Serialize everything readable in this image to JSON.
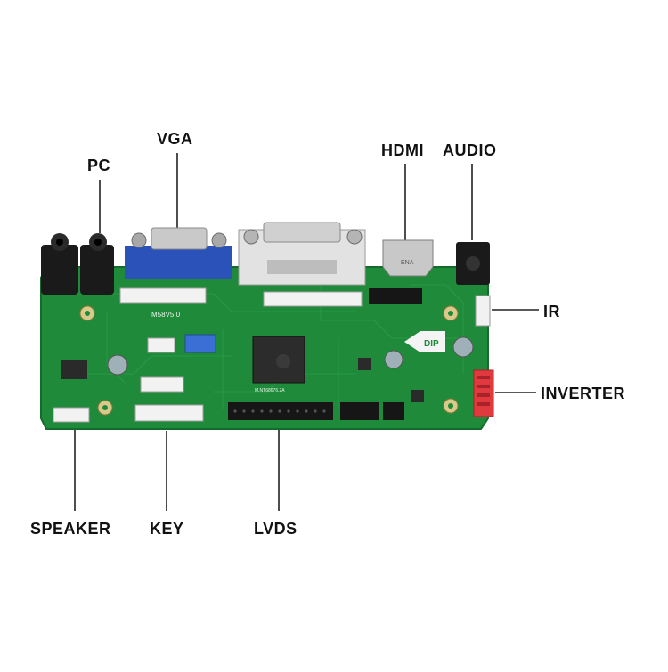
{
  "labels": {
    "vga": "VGA",
    "pc": "PC",
    "hdmi": "HDMI",
    "audio": "AUDIO",
    "ir": "IR",
    "inverter": "INVERTER",
    "speaker": "SPEAKER",
    "key": "KEY",
    "lvds": "LVDS"
  },
  "board": {
    "model_marking": "M.NT68676.2A",
    "version_marking": "M58V5.0",
    "dip_marking": "DIP",
    "hdmi_marking": "ENA"
  },
  "colors": {
    "pcb": "#1f8a3a",
    "pcb_dark": "#156b2b",
    "vga_connector": "#2a52b8",
    "inverter_connector": "#e0393e",
    "leader_line": "#222222"
  }
}
